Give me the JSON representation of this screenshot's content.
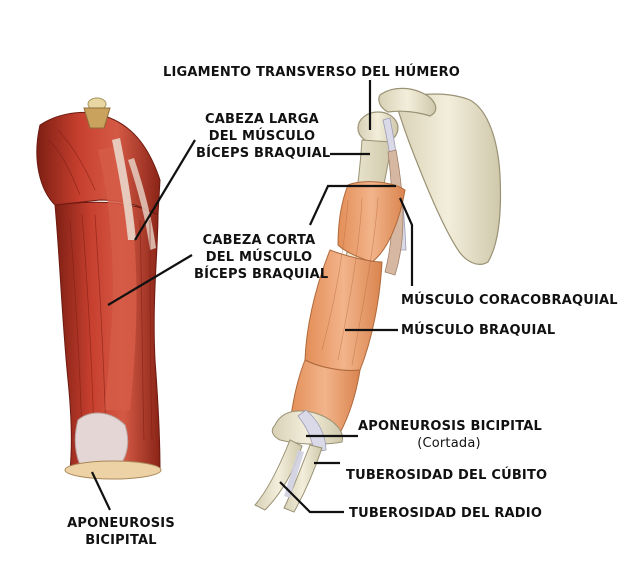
{
  "labels": {
    "ligamento": "LIGAMENTO TRANSVERSO DEL HÚMERO",
    "cabeza_larga": [
      "CABEZA LARGA",
      "DEL MÚSCULO",
      "BÍCEPS BRAQUIAL"
    ],
    "cabeza_corta": [
      "CABEZA CORTA",
      "DEL MÚSCULO",
      "BÍCEPS BRAQUIAL"
    ],
    "coracobraquial": "MÚSCULO CORACOBRAQUIAL",
    "braquial": "MÚSCULO BRAQUIAL",
    "aponeurosis_cortada": [
      "APONEUROSIS BICIPITAL",
      "(Cortada)"
    ],
    "tuberosidad_cubito": "TUBEROSIDAD DEL CÚBITO",
    "tuberosidad_radio": "TUBEROSIDAD DEL RADIO",
    "aponeurosis_left": [
      "APONEUROSIS",
      "BICIPITAL"
    ]
  },
  "colors": {
    "muscle_red": "#c0392b",
    "muscle_dark": "#8e2418",
    "muscle_orange": "#eaa06e",
    "bone": "#ece6cf",
    "tendon": "#d9d9e8",
    "leader_line": "#111111"
  }
}
